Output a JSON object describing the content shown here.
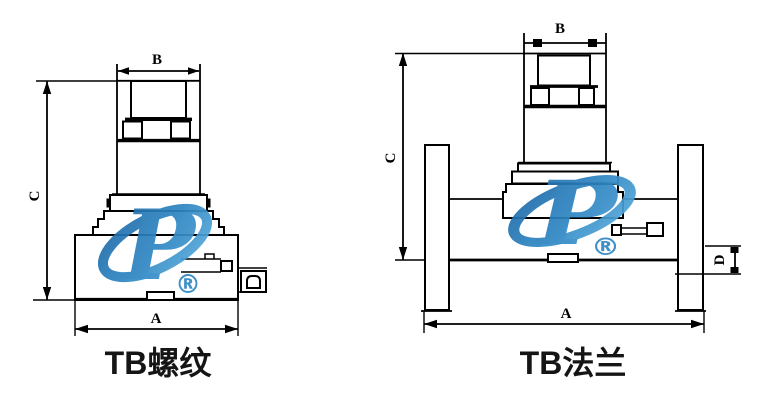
{
  "diagram": {
    "background": "#ffffff",
    "line_color": "#000000",
    "left_figure": {
      "caption": "TB螺纹",
      "dim_top": "B",
      "dim_left": "C",
      "dim_bottom": "A"
    },
    "right_figure": {
      "caption": "TB法兰",
      "dim_top": "B",
      "dim_left": "C",
      "dim_bottom": "A",
      "dim_right": "D"
    },
    "watermark": {
      "letter": "P",
      "registered": "®",
      "color_dark": "#1f6aa8",
      "color_mid": "#2f87c4",
      "color_light": "#55a9da"
    }
  }
}
